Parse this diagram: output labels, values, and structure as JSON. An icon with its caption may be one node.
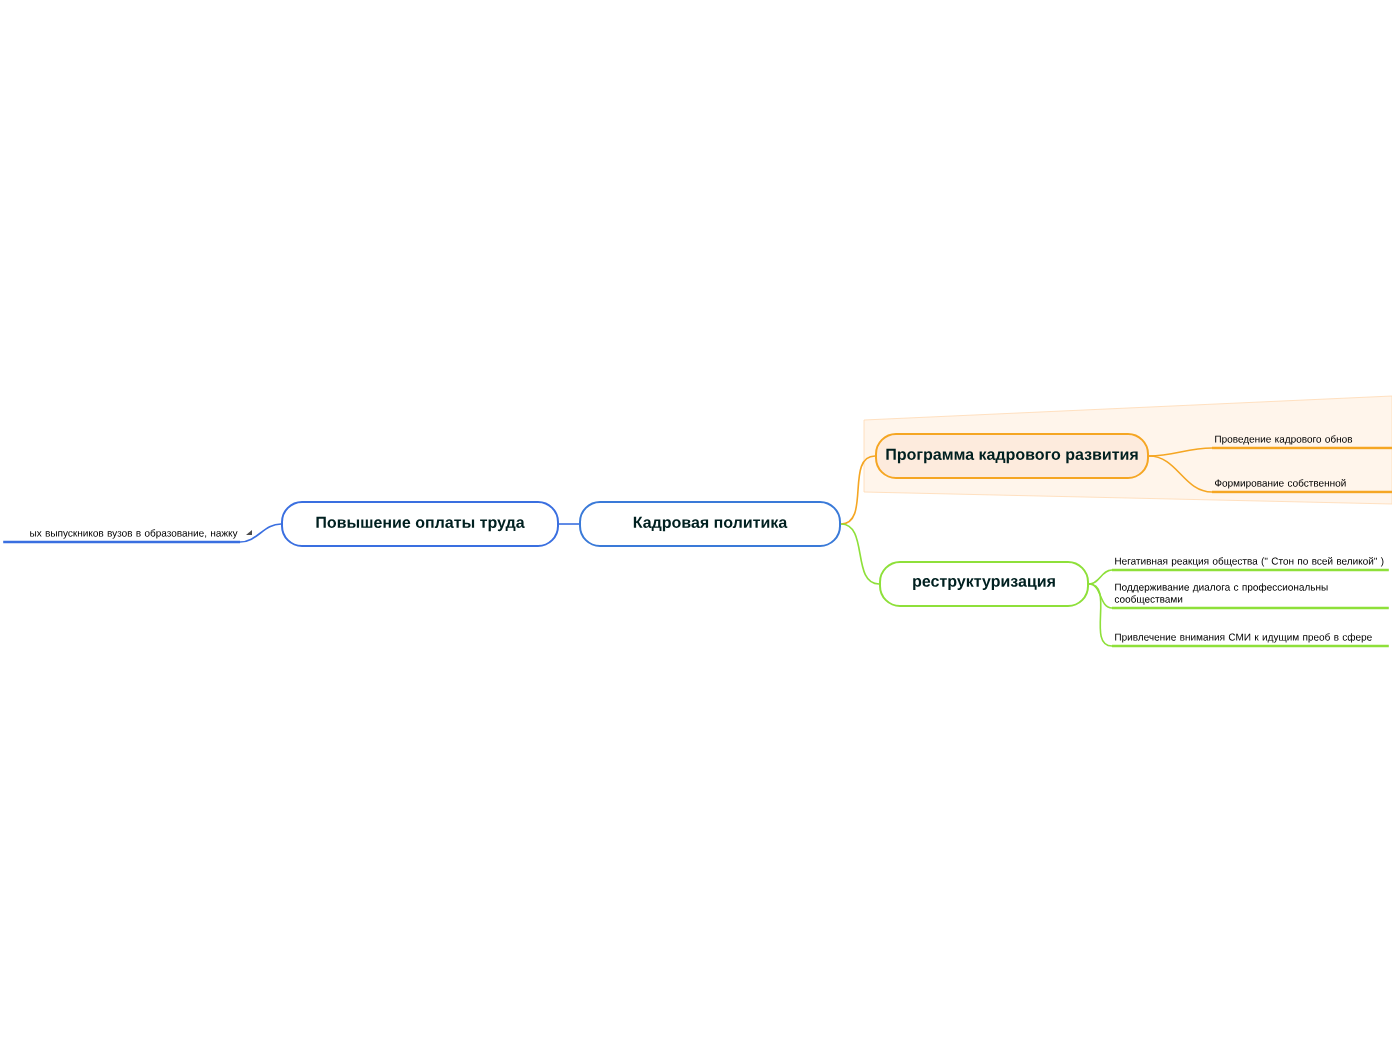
{
  "diagram": {
    "nodes": [
      {
        "text": [
          "Кадровая политика"
        ]
      },
      {
        "text": [
          "Программа кадрового развития"
        ]
      },
      {
        "text": [
          "Проведение кадрового обнов"
        ]
      },
      {
        "text": [
          "Формирование собственной"
        ]
      },
      {
        "text": [
          "реструктуризация"
        ]
      },
      {
        "text": [
          "Негативная реакция общества (\" Стон по всей великой\" )"
        ]
      },
      {
        "text": [
          "Поддерживание диалога с профессиональны сообществами"
        ]
      },
      {
        "text": [
          "Привлечение внимания СМИ к идущим преоб в сфере"
        ]
      },
      {
        "text": [
          "Повышение оплаты труда"
        ]
      },
      {
        "text": [
          "ых выпускников вузов в образование, нажку"
        ]
      }
    ],
    "edges": [
      {
        "from": 0,
        "to": 1,
        "arrow": "none",
        "color": "#f5a623"
      },
      {
        "from": 1,
        "to": 2,
        "arrow": "none",
        "color": "#f5a623"
      },
      {
        "from": 1,
        "to": 3,
        "arrow": "none",
        "color": "#f5a623"
      },
      {
        "from": 0,
        "to": 4,
        "arrow": "none",
        "color": "#8ee03a"
      },
      {
        "from": 4,
        "to": 5,
        "arrow": "none",
        "color": "#8ee03a"
      },
      {
        "from": 4,
        "to": 6,
        "arrow": "none",
        "color": "#8ee03a"
      },
      {
        "from": 4,
        "to": 7,
        "arrow": "none",
        "color": "#8ee03a"
      },
      {
        "from": 0,
        "to": 8,
        "arrow": "none",
        "color": "#3a6fe0"
      },
      {
        "from": 8,
        "to": 9,
        "arrow": "none",
        "color": "#3a6fe0"
      }
    ]
  }
}
